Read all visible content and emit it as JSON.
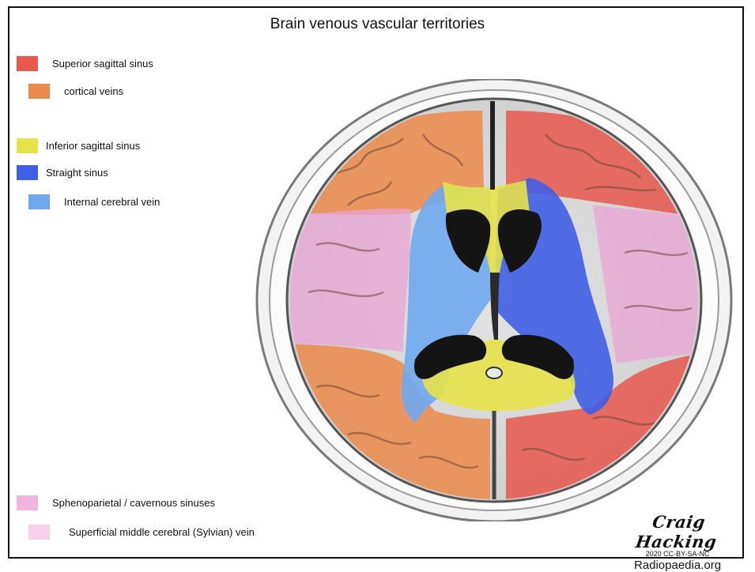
{
  "title": "Brain venous vascular territories",
  "legend": [
    {
      "label": "Superior sagittal sinus",
      "color": "#e8584d"
    },
    {
      "label": "cortical veins",
      "color": "#ec8a4b"
    },
    {
      "label": "Inferior sagittal sinus",
      "color": "#e6e24a"
    },
    {
      "label": "Straight sinus",
      "color": "#3f5fe6"
    },
    {
      "label": "Internal cerebral vein",
      "color": "#6fa8ee"
    },
    {
      "label": "Sphenoparietal / cavernous sinuses",
      "color": "#f2b3dd"
    },
    {
      "label": "Superficial middle cerebral (Sylvian) vein",
      "color": "#f8d0ea"
    }
  ],
  "credit": {
    "signature": "Craig Hacking",
    "license": "2020 CC-BY-SA-NC",
    "site": "Radiopaedia.org"
  }
}
